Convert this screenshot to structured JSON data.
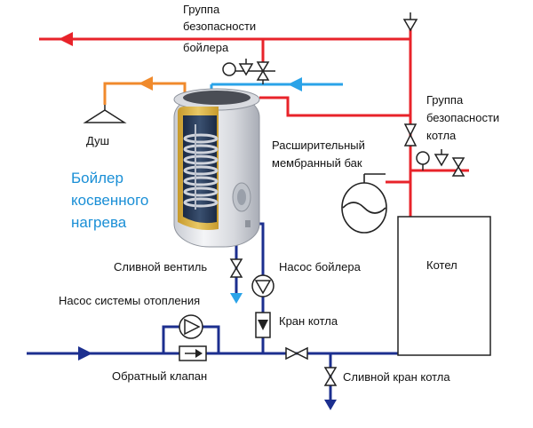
{
  "labels": {
    "safety_group_boiler_1": "Группа",
    "safety_group_boiler_2": "безопасности",
    "safety_group_boiler_3": "бойлера",
    "shower": "Душ",
    "title_1": "Бойлер",
    "title_2": "косвенного",
    "title_3": "нагрева",
    "safety_group_heater_1": "Группа",
    "safety_group_heater_2": "безопасности",
    "safety_group_heater_3": "котла",
    "expansion_tank_1": "Расширительный",
    "expansion_tank_2": "мембранный бак",
    "heater": "Котел",
    "drain_valve": "Сливной вентиль",
    "boiler_pump": "Насос бойлера",
    "heating_pump": "Насос системы отопления",
    "heater_tap": "Кран котла",
    "check_valve": "Обратный клапан",
    "heater_drain_tap": "Сливной кран котла"
  },
  "colors": {
    "hot_line": "#e8232a",
    "cold_line": "#1c2f8f",
    "inlet_line": "#2aa3e8",
    "shower_line": "#f08a2c",
    "title_text": "#1a8fd6",
    "background": "#ffffff"
  },
  "icons": [
    "valve-icon",
    "pressure-gauge-icon",
    "safety-valve-icon",
    "pump-icon",
    "check-valve-icon",
    "shower-head-icon",
    "expansion-tank-icon",
    "flow-arrow-icon"
  ]
}
